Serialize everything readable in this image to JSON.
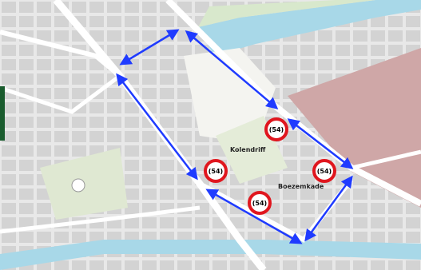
{
  "map": {
    "labels": {
      "kolendriff": "Kolendriff",
      "boezemkade": "Boezemkade"
    },
    "speed_limit_signs": [
      {
        "value": "(54)"
      },
      {
        "value": "(54)"
      },
      {
        "value": "(54)"
      },
      {
        "value": "(54)"
      }
    ],
    "colors": {
      "arrow": "#1f3bff",
      "sign_ring": "#e0161e",
      "water": "#a8d8e8",
      "park": "#d6e8c6",
      "building": "#d4d4d4",
      "road": "#ffffff",
      "highlight": "#cfa7a7",
      "edge_bar": "#1a5c2e"
    }
  }
}
